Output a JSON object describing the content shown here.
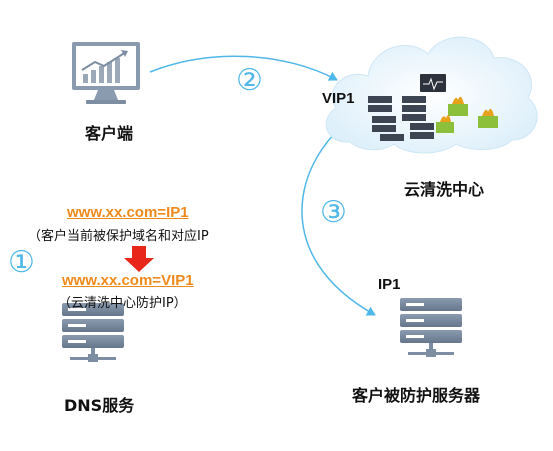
{
  "nodes": {
    "client": "客户端",
    "vip": "VIP1",
    "cleaning_center": "云清洗中心",
    "ip": "IP1",
    "protected_server": "客户被防护服务器",
    "dns_service": "DNS服务"
  },
  "steps": {
    "step1": "①",
    "step2": "②",
    "step3": "③"
  },
  "dns_record": {
    "before": "www.xx.com=IP1",
    "before_note": "（客户当前被保护域名和对应IP",
    "after": "www.xx.com=VIP1",
    "after_note": "（云清洗中心防护IP）"
  },
  "colors": {
    "arrow": "#4fb8e8",
    "link": "#ee8a1c",
    "down_arrow": "#e8261a",
    "server": "#7d8ea3",
    "cloud": "#e6f3fb",
    "firewall": "#8cbf3a"
  }
}
